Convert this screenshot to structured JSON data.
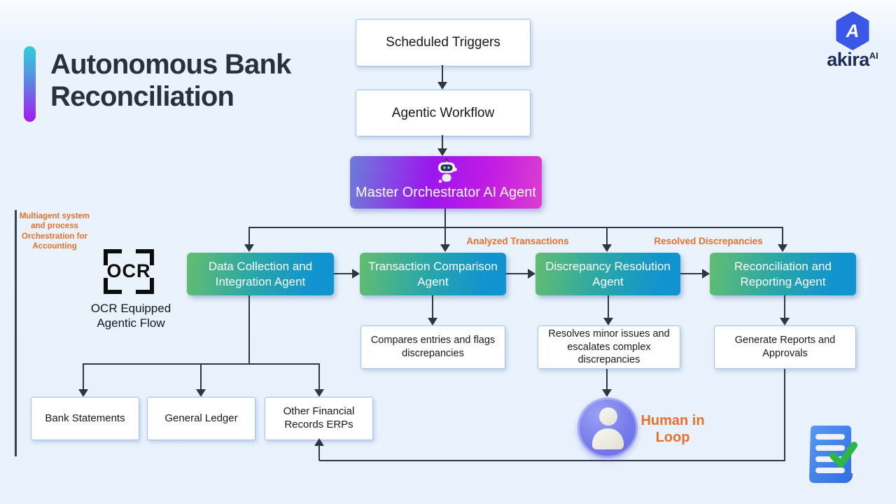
{
  "header": {
    "title_line1": "Autonomous Bank",
    "title_line2": "Reconciliation",
    "brand": {
      "name": "akira",
      "sup": "AI"
    }
  },
  "flow": {
    "scheduled_triggers": "Scheduled Triggers",
    "agentic_workflow": "Agentic Workflow",
    "master": "Master Orchestrator AI Agent"
  },
  "agents": [
    {
      "label": "Data Collection and Integration Agent"
    },
    {
      "label": "Transaction Comparison Agent"
    },
    {
      "label": "Discrepancy Resolution Agent"
    },
    {
      "label": "Reconciliation and Reporting Agent"
    }
  ],
  "details": [
    {
      "text": "Compares entries and flags discrepancies"
    },
    {
      "text": "Resolves minor issues and escalates complex discrepancies"
    },
    {
      "text": "Generate Reports and Approvals"
    }
  ],
  "sources": [
    "Bank Statements",
    "General Ledger",
    "Other Financial Records ERPs"
  ],
  "labels": {
    "analyzed": "Analyzed Transactions",
    "resolved": "Resolved Discrepancies"
  },
  "notes": {
    "multiagent": "Multiagent system and process Orchestration for Accounting",
    "ocr_glyph": "OCR",
    "ocr_caption": "OCR Equipped Agentic Flow"
  },
  "human": {
    "label": "Human in Loop"
  },
  "icons": {
    "brand_hexagon": "akira-hexagon-logo-icon",
    "robot": "robot-icon",
    "ocr_brackets": "ocr-scan-frame-icon",
    "person": "person-icon",
    "document_check": "document-checkmark-icon"
  },
  "colors": {
    "background": "#e9f1fc",
    "accent_bar_top": "#2fd0d8",
    "accent_bar_bottom": "#a718f2",
    "master_gradient_left": "#6b7ed8",
    "master_gradient_right": "#dc3ecf",
    "agent_gradient_left": "#63bd70",
    "agent_gradient_right": "#1193cf",
    "connector": "#2d3643",
    "annotation_orange": "#e8702c",
    "title_text": "#28323f",
    "logo_blue": "#3a57e8"
  }
}
